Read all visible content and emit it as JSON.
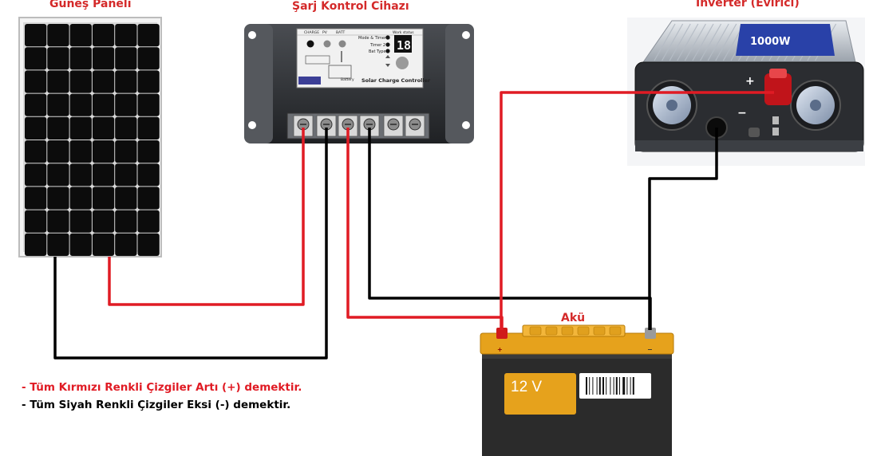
{
  "labels": {
    "solar_panel": "Güneş Paneli",
    "charge_controller": "Şarj Kontrol Cihazı",
    "inverter": "Inverter (Evirici)",
    "battery": "Akü"
  },
  "notes": {
    "red_lines": "- Tüm Kırmızı Renkli Çizgiler Artı (+) demektir.",
    "black_lines": "- Tüm Siyah Renkli Çizgiler Eksi (-) demektir."
  },
  "controller": {
    "panel_text": "Solar Charge Controller",
    "menu_1": "Mode & Timer 1",
    "menu_2": "Timer 2",
    "menu_3": "Bat Type",
    "display": "18",
    "tab_1": "CHARGE",
    "tab_2": "PV",
    "tab_3": "BATT",
    "tab_4": "Work status",
    "battery_label": "Battery"
  },
  "inverter_device": {
    "plus_sign": "+",
    "minus_sign": "−",
    "model": "1000W"
  },
  "battery_device": {
    "voltage": "12 V",
    "plus_sign": "+",
    "minus_sign": "−"
  },
  "colors": {
    "positive": "#e01b24",
    "negative": "#000000",
    "label": "#d42a2a",
    "battery_case": "#2b2b2b",
    "battery_lid": "#e6a21c"
  }
}
